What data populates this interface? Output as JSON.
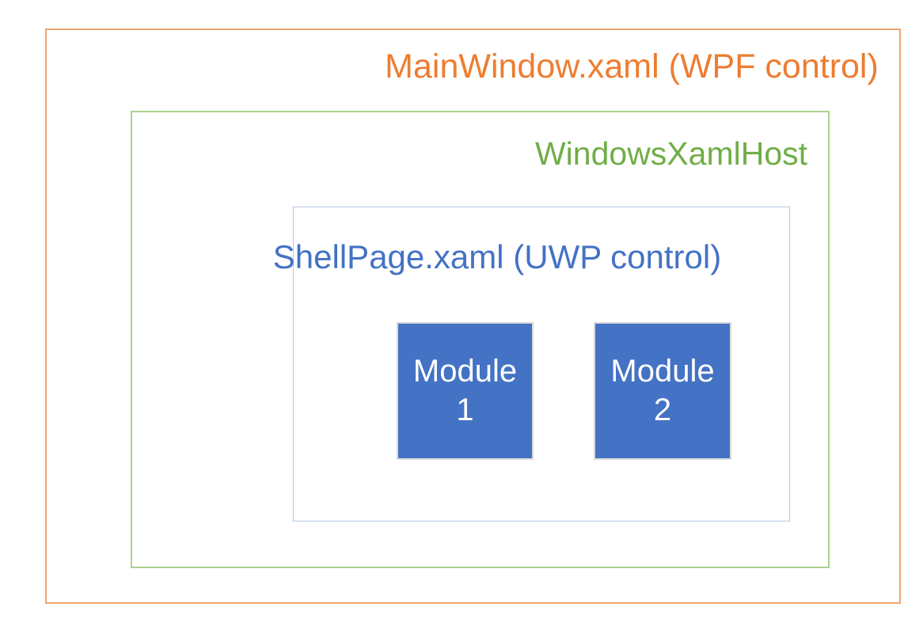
{
  "diagram": {
    "mainwindow": {
      "label": "MainWindow.xaml (WPF control)",
      "text_color": "#ED7D31",
      "border_color": "#F0A470"
    },
    "xamlhost": {
      "label": "WindowsXamlHost",
      "text_color": "#70AD47",
      "border_color": "#A9D18E"
    },
    "shellpage": {
      "label": "ShellPage.xaml (UWP control)",
      "text_color": "#4472C4",
      "border_color": "#B4C7E7"
    },
    "modules": [
      {
        "name": "Module",
        "number": "1",
        "fill_color": "#4472C4",
        "text_color": "#FFFFFF"
      },
      {
        "name": "Module",
        "number": "2",
        "fill_color": "#4472C4",
        "text_color": "#FFFFFF"
      }
    ]
  }
}
